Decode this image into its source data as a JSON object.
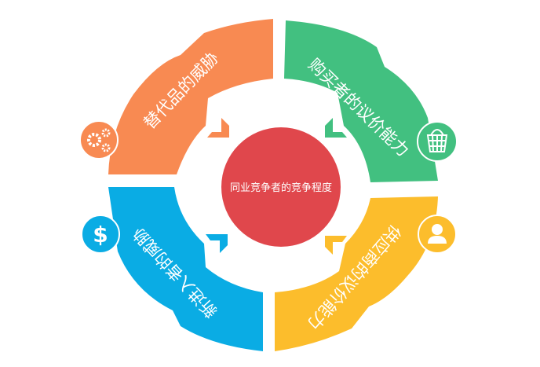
{
  "center": {
    "label": "同业竞争者的竞争程度",
    "color": "#e0474c"
  },
  "segments": [
    {
      "label": "替代品的威胁",
      "color": "#f88a52",
      "icon": "gears-icon"
    },
    {
      "label": "购买者的议价能力",
      "color": "#42c080",
      "icon": "shopping-basket-icon"
    },
    {
      "label": "新进入者的威胁",
      "color": "#0aace4",
      "icon": "dollar-icon"
    },
    {
      "label": "供应商的议价能力",
      "color": "#fcbd2c",
      "icon": "user-icon"
    }
  ]
}
